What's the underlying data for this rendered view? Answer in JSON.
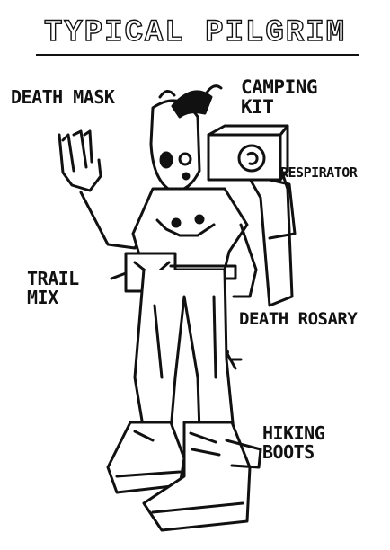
{
  "title": "TYPICAL PILGRIM",
  "labels": {
    "death_mask": "DEATH MASK",
    "camping_kit_line1": "CAMPING",
    "camping_kit_line2": "KIT",
    "respirator": "RESPIRATOR",
    "trail_mix_line1": "TRAIL",
    "trail_mix_line2": "MIX",
    "death_rosary": "DEATH ROSARY",
    "hiking_boots_line1": "HIKING",
    "hiking_boots_line2": "BOOTS"
  }
}
